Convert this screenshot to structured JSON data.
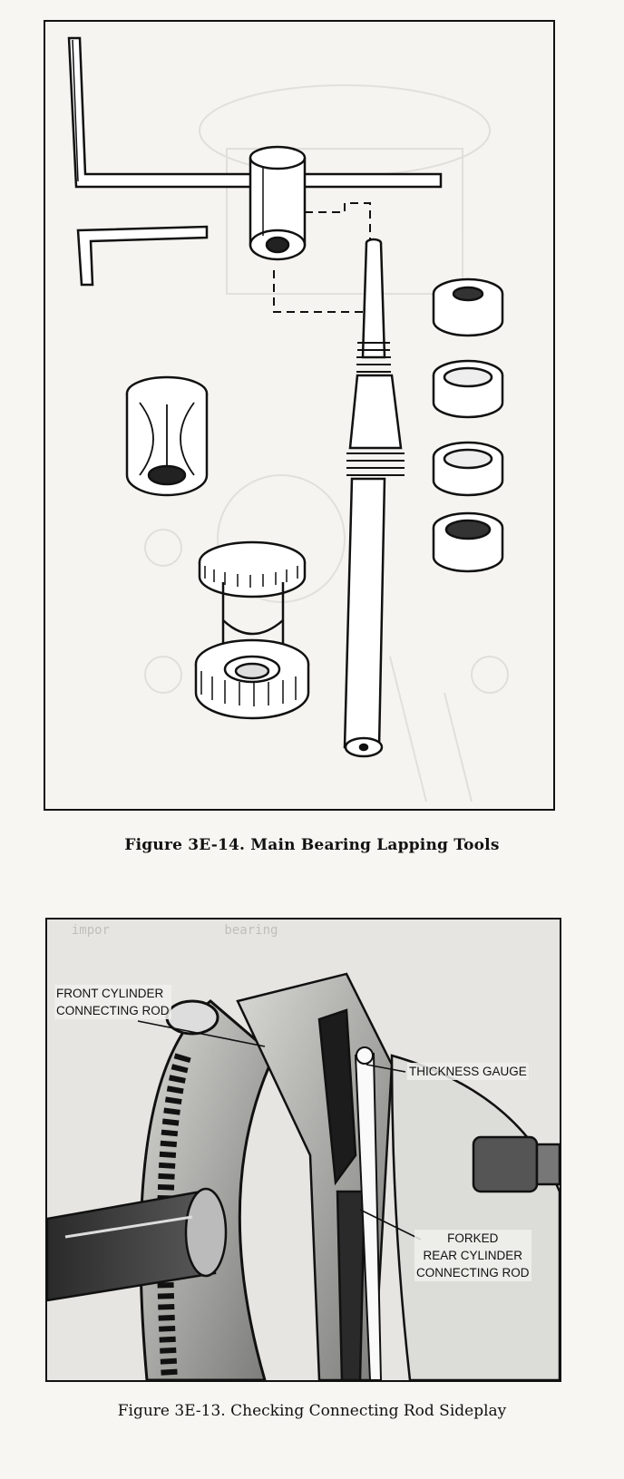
{
  "figure_top": {
    "caption": "Figure 3E-14. Main Bearing Lapping Tools"
  },
  "figure_bottom": {
    "caption": "Figure 3E-13. Checking Connecting Rod Sideplay",
    "callouts": {
      "front_rod_line1": "FRONT CYLINDER",
      "front_rod_line2": "CONNECTING ROD",
      "thickness_gauge": "THICKNESS GAUGE",
      "forked_line1": "FORKED",
      "forked_line2": "REAR CYLINDER",
      "forked_line3": "CONNECTING ROD"
    }
  }
}
